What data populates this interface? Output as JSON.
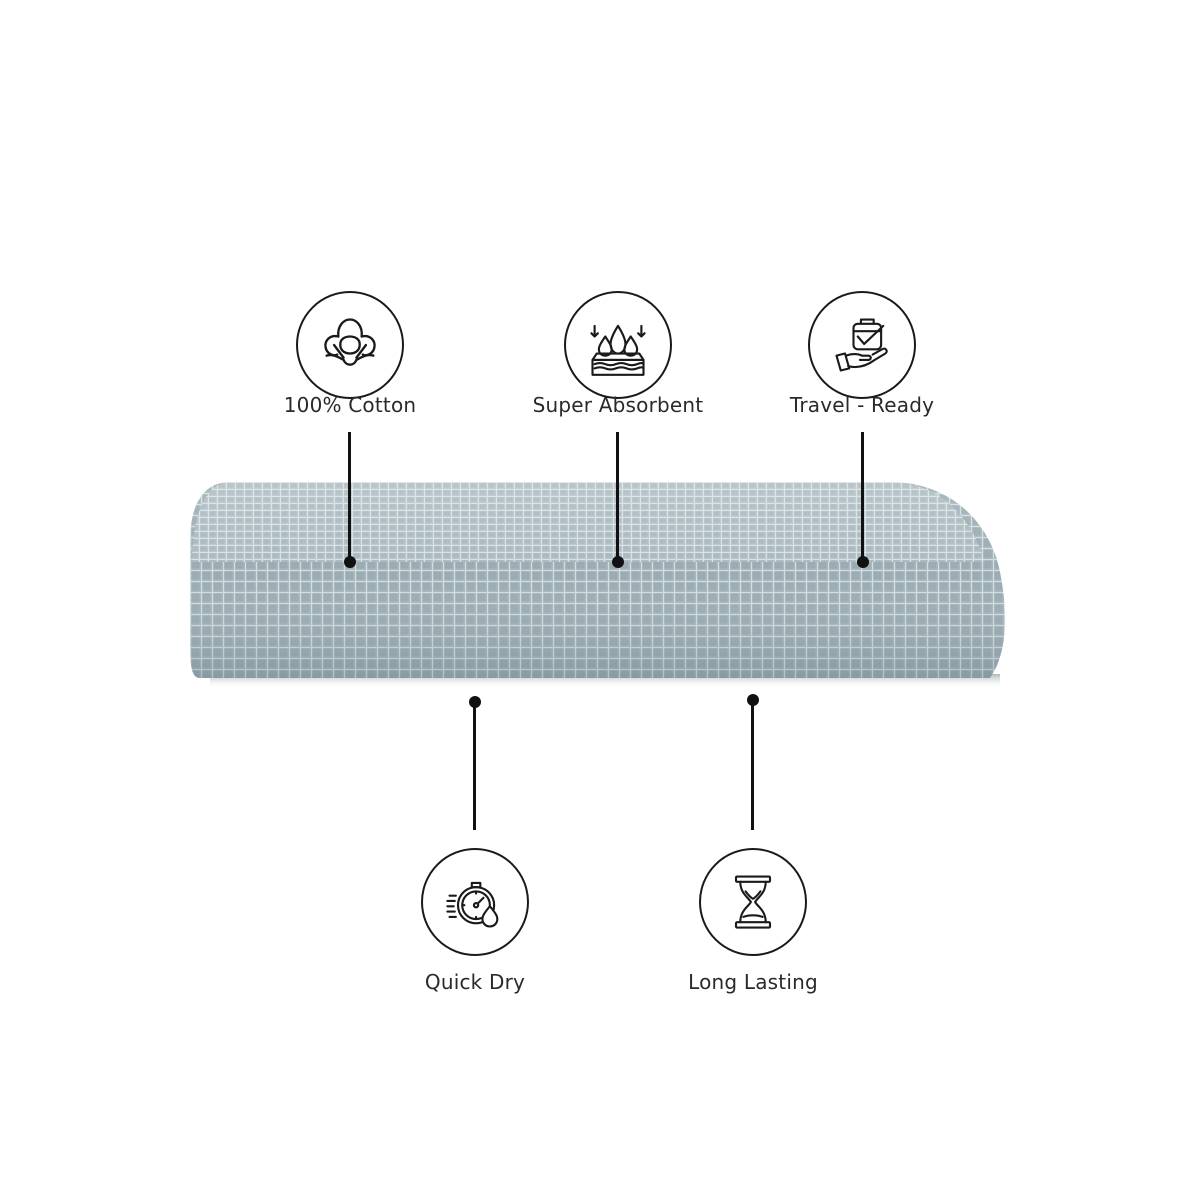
{
  "features": [
    {
      "id": "cotton",
      "label": "100% Cotton",
      "icon": "cotton-flower-icon"
    },
    {
      "id": "absorbent",
      "label": "Super Absorbent",
      "icon": "water-absorb-icon"
    },
    {
      "id": "travel",
      "label": "Travel - Ready",
      "icon": "hand-suitcase-check-icon"
    },
    {
      "id": "quickdry",
      "label": "Quick Dry",
      "icon": "stopwatch-drop-icon"
    },
    {
      "id": "longlasting",
      "label": "Long Lasting",
      "icon": "hourglass-icon"
    }
  ],
  "product": {
    "name": "waffle-weave-towel",
    "color": "#a9b9bf"
  },
  "colors": {
    "stroke": "#1a1a1a",
    "text": "#2a2a2a",
    "background": "#ffffff"
  }
}
